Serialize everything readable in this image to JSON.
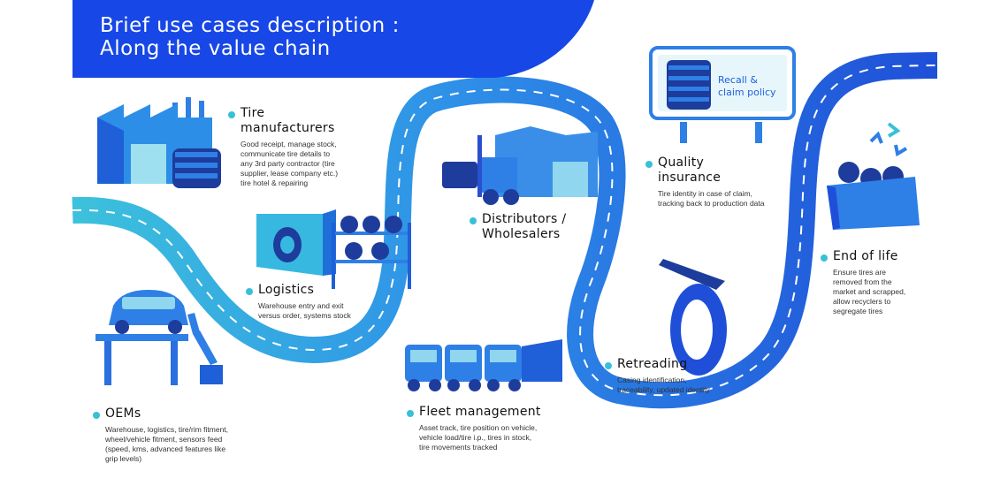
{
  "header": {
    "title_line1": "Brief use cases description :",
    "title_line2": "Along the value chain"
  },
  "colors": {
    "banner_blue": "#1747e6",
    "road_light": "#3cc2dc",
    "road_mid": "#2e7fe6",
    "road_dark": "#1f4fd8",
    "accent_dot": "#38c0d8"
  },
  "billboard": {
    "line1": "Recall &",
    "line2": "claim policy"
  },
  "stages": {
    "tire_manufacturers": {
      "name_line1": "Tire",
      "name_line2": "manufacturers",
      "desc": [
        "Good receipt, manage stock,",
        "communicate tire details to",
        "any 3rd party contractor (tire",
        "supplier, lease company etc.)",
        "tire hotel & repairing"
      ]
    },
    "logistics": {
      "name": "Logistics",
      "desc": [
        "Warehouse entry and exit",
        "versus order, systems stock"
      ]
    },
    "distributors": {
      "name_line1": "Distributors /",
      "name_line2": "Wholesalers",
      "desc": []
    },
    "quality": {
      "name_line1": "Quality",
      "name_line2": "insurance",
      "desc": [
        "Tire identity in case of claim,",
        "tracking back to production data"
      ]
    },
    "end_of_life": {
      "name": "End of life",
      "desc": [
        "Ensure tires are",
        "removed from the",
        "market and scrapped,",
        "allow recyclers to",
        "segregate tires"
      ]
    },
    "retreading": {
      "name": "Retreading",
      "desc": [
        "Casing identification,",
        "traceability, updated identity"
      ]
    },
    "fleet": {
      "name": "Fleet management",
      "desc": [
        "Asset track, tire position on vehicle,",
        "vehicle load/tire i.p., tires in stock,",
        "tire movements tracked"
      ]
    },
    "oems": {
      "name": "OEMs",
      "desc": [
        "Warehouse, logistics, tire/rim fitment,",
        "wheel/vehicle fitment, sensors feed",
        "(speed, kms, advanced features like",
        "grip levels)"
      ]
    }
  },
  "icons": [
    "factory-icon",
    "tire-stack-icon",
    "warehouse-rack-icon",
    "forklift-icon",
    "billboard-icon",
    "recycle-icon",
    "recycle-bin-icon",
    "tire-tread-icon",
    "truck-icon",
    "car-icon",
    "robot-arm-icon"
  ]
}
